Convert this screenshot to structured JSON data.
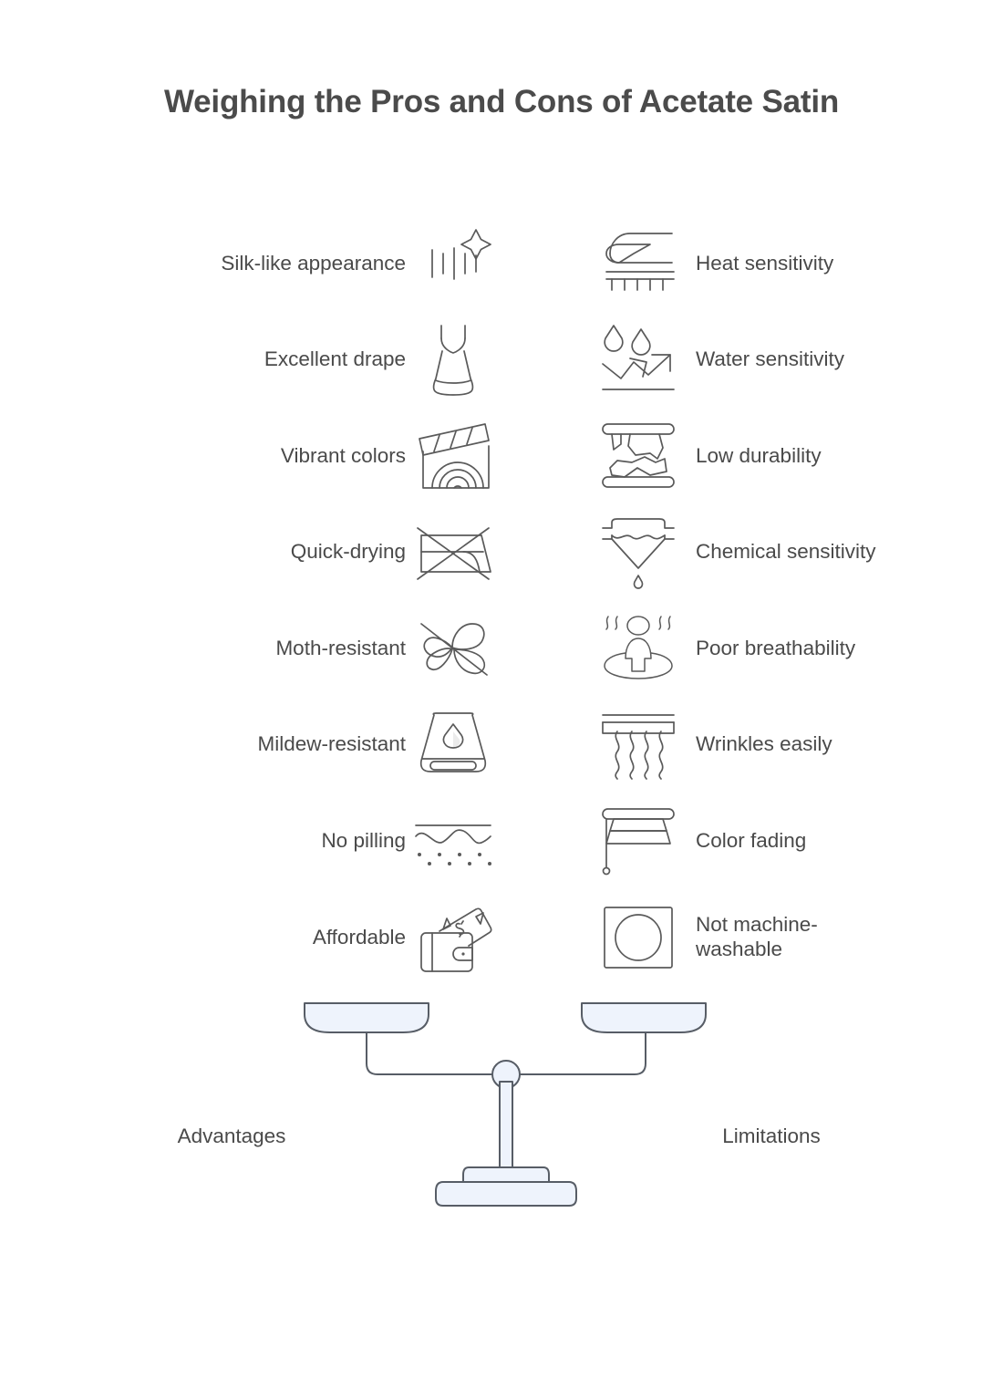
{
  "title": "Weighing the Pros and Cons of Acetate Satin",
  "colors": {
    "background": "#ffffff",
    "title_text": "#4b4b4b",
    "body_text": "#4a4a4a",
    "icon_stroke": "#5a5a5a",
    "scale_fill": "#eef3fc",
    "scale_stroke": "#575d66"
  },
  "pros": {
    "heading": "Advantages",
    "items": [
      {
        "label": "Silk-like appearance",
        "icon": "shine-fabric-icon"
      },
      {
        "label": "Excellent drape",
        "icon": "dress-icon"
      },
      {
        "label": "Vibrant colors",
        "icon": "clapperboard-rainbow-icon"
      },
      {
        "label": "Quick-drying",
        "icon": "no-flat-dry-icon"
      },
      {
        "label": "Moth-resistant",
        "icon": "no-moth-icon"
      },
      {
        "label": "Mildew-resistant",
        "icon": "folded-towel-droplet-icon"
      },
      {
        "label": "No pilling",
        "icon": "fabric-pills-icon"
      },
      {
        "label": "Affordable",
        "icon": "wallet-cash-icon"
      }
    ]
  },
  "cons": {
    "heading": "Limitations",
    "items": [
      {
        "label": "Heat sensitivity",
        "icon": "iron-fabric-icon"
      },
      {
        "label": "Water sensitivity",
        "icon": "water-droplets-arrows-icon"
      },
      {
        "label": "Low durability",
        "icon": "torn-fabric-icon"
      },
      {
        "label": "Chemical sensitivity",
        "icon": "fabric-drip-icon"
      },
      {
        "label": "Poor breathability",
        "icon": "sweating-person-icon"
      },
      {
        "label": "Wrinkles easily",
        "icon": "wrinkled-fabric-icon"
      },
      {
        "label": "Color fading",
        "icon": "faded-blind-icon"
      },
      {
        "label": "Not machine-\nwashable",
        "icon": "no-machine-wash-icon"
      }
    ]
  },
  "balance": {
    "icon": "balance-scale-icon",
    "state": "level"
  }
}
